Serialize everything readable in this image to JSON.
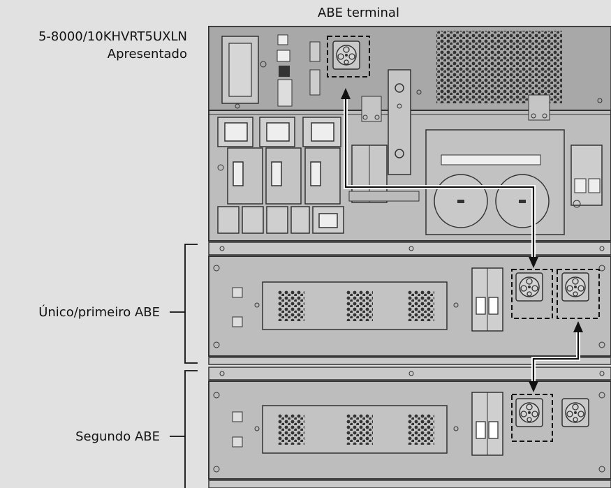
{
  "labels": {
    "abe_terminal": "ABE terminal",
    "model_line1": "5-8000/10KHVRT5UXLN",
    "model_line2": "Apresentado",
    "first_abe": "Único/primeiro ABE",
    "second_abe": "Segundo ABE"
  },
  "colors": {
    "background": "#e1e1e1",
    "panel": "#bcbcbc",
    "panel_dark": "#a9a9a9",
    "stroke": "#333333",
    "arrow": "#111111"
  }
}
